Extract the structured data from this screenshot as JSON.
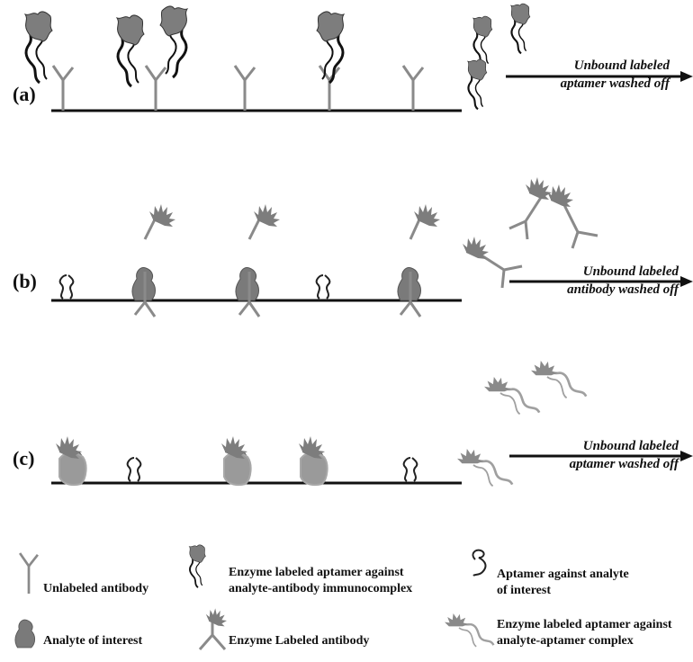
{
  "panels": {
    "a": {
      "label": "(a)",
      "arrow_line1": "Unbound labeled",
      "arrow_line2": "aptamer washed off"
    },
    "b": {
      "label": "(b)",
      "arrow_line1": "Unbound labeled",
      "arrow_line2": "antibody washed off"
    },
    "c": {
      "label": "(c)",
      "arrow_line1": "Unbound labeled",
      "arrow_line2": "aptamer washed off"
    }
  },
  "legend": {
    "unlabeled_antibody": "Unlabeled antibody",
    "enzyme_aptamer_immunocomplex_line1": "Enzyme labeled aptamer against",
    "enzyme_aptamer_immunocomplex_line2": "analyte-antibody immunocomplex",
    "aptamer_line1": "Aptamer against analyte",
    "aptamer_line2": "of interest",
    "analyte": "Analyte of interest",
    "enzyme_antibody": "Enzyme Labeled antibody",
    "enzyme_aptamer_complex_line1": "Enzyme labeled aptamer against",
    "enzyme_aptamer_complex_line2": "analyte-aptamer complex"
  },
  "colors": {
    "line": "#111111",
    "antibody": "#8a8a8a",
    "analyte": "#7a7a7a",
    "enzyme_light": "#a0a0a0"
  },
  "icons": [
    "antibody-icon",
    "labeled-aptamer-icon",
    "aptamer-icon",
    "analyte-icon",
    "labeled-antibody-icon",
    "light-labeled-aptamer-icon"
  ]
}
